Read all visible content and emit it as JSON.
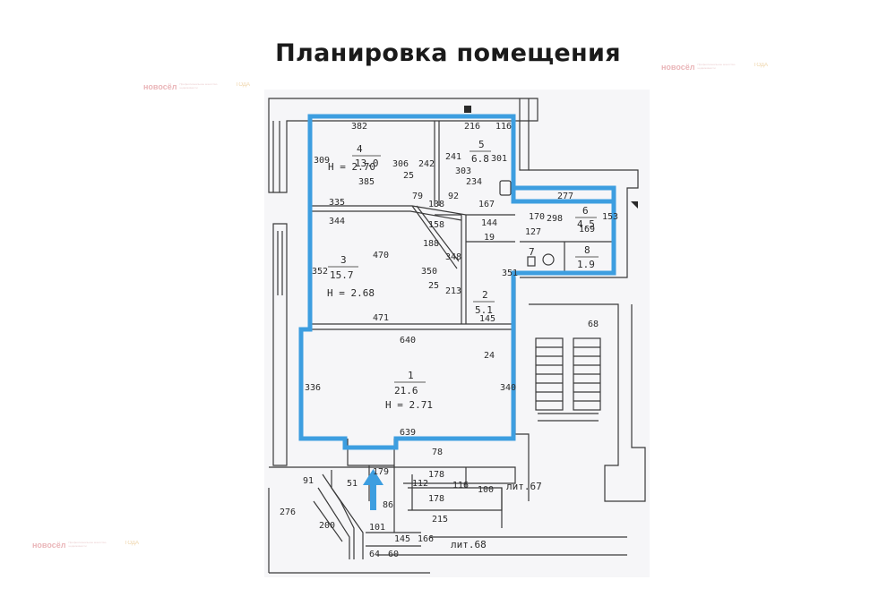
{
  "title": "Планировка помещения",
  "watermark": {
    "brand": "новосёл",
    "tagline": "Профессиональное агентство недвижимости",
    "badge": "ГОДА"
  },
  "rooms": [
    {
      "num": "1",
      "area": "21.6",
      "height": "H = 2.71"
    },
    {
      "num": "2",
      "area": "5.1"
    },
    {
      "num": "3",
      "area": "15.7",
      "height": "H = 2.68"
    },
    {
      "num": "4",
      "area": "13.0",
      "height": "H = 2.70"
    },
    {
      "num": "5",
      "area": "6.8"
    },
    {
      "num": "6",
      "area": "4.5"
    },
    {
      "num": "7"
    },
    {
      "num": "8",
      "area": "1.9"
    }
  ],
  "dims": {
    "d382": "382",
    "d216": "216",
    "d116": "116",
    "d306": "306",
    "d242": "242",
    "d241": "241",
    "d303": "303",
    "d301": "301",
    "d309": "309",
    "d25a": "25",
    "d385": "385",
    "d234": "234",
    "d335": "335",
    "d79": "79",
    "d138": "138",
    "d92": "92",
    "d167": "167",
    "d277": "277",
    "d170": "170",
    "d153": "153",
    "d344": "344",
    "d158": "158",
    "d144": "144",
    "d298": "298",
    "d19": "19",
    "d127": "127",
    "d169": "169",
    "d188": "188",
    "d470": "470",
    "d352": "352",
    "d350": "350",
    "d348": "348",
    "d351": "351",
    "d25b": "25",
    "d213": "213",
    "d471": "471",
    "d145": "145",
    "d640": "640",
    "d24": "24",
    "d336": "336",
    "d340": "340",
    "d68": "68",
    "d639": "639",
    "d78": "78",
    "d179": "179",
    "d178a": "178",
    "d91": "91",
    "d51": "51",
    "d112": "112",
    "d116b": "116",
    "d100": "100",
    "d178b": "178",
    "d276": "276",
    "d86": "86",
    "d215": "215",
    "d200": "200",
    "d101": "101",
    "d145b": "145",
    "d166": "166",
    "d64": "64",
    "d60": "60"
  },
  "labels": {
    "lit67": "лит.67",
    "lit68": "лит.68"
  },
  "colors": {
    "outline": "#3d9ee0",
    "arrow": "#3d9ee0",
    "ink": "#2a2a2a"
  }
}
